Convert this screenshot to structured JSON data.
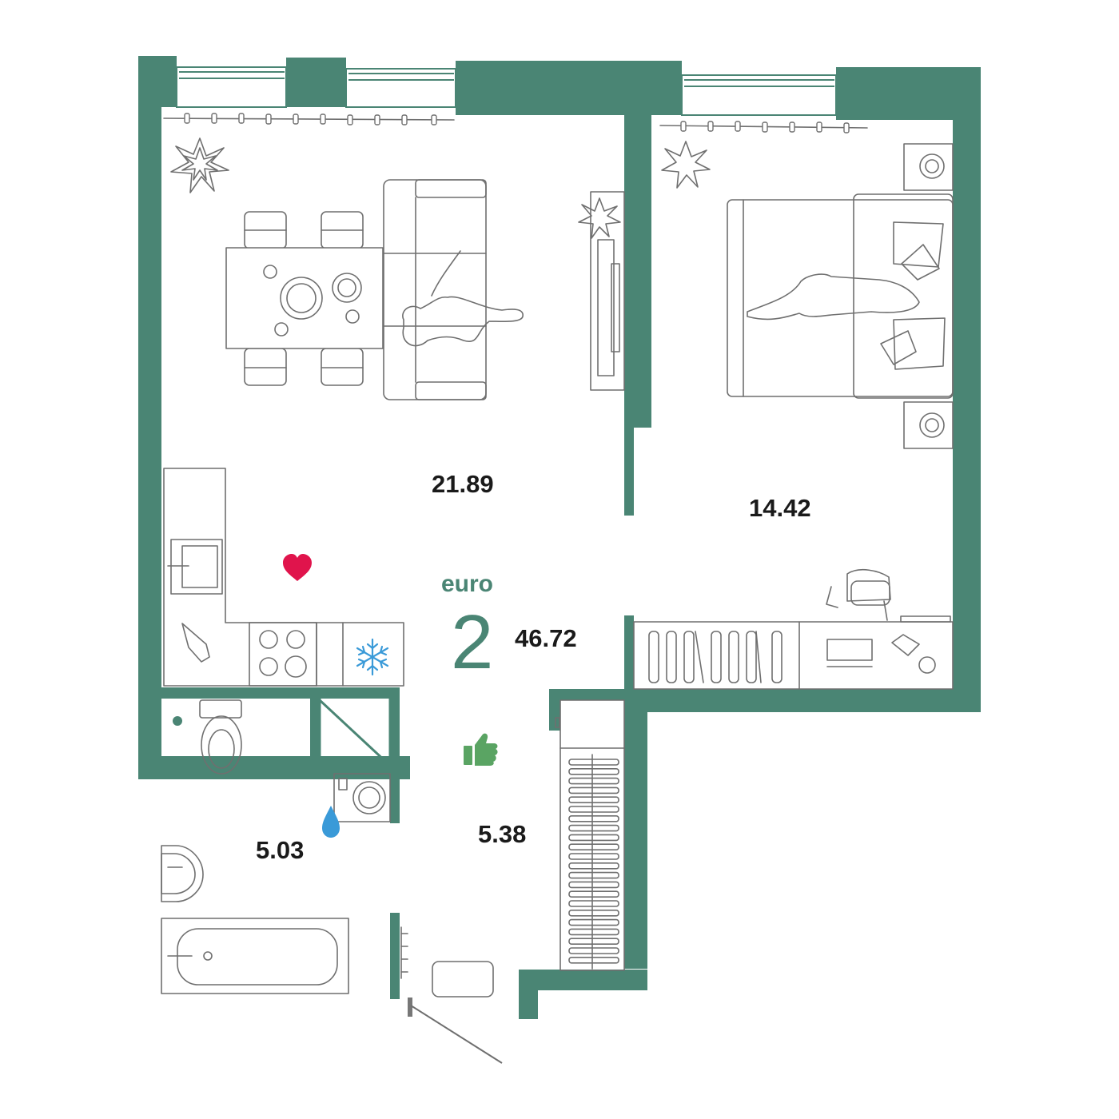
{
  "plan": {
    "layout_type": "euro",
    "rooms_count": "2",
    "total_area": "46.72",
    "room_areas": {
      "living_kitchen": "21.89",
      "bedroom": "14.42",
      "bathroom": "5.03",
      "hallway": "5.38"
    }
  },
  "colors": {
    "wall": "#4a8574",
    "accent_text": "#4a8574",
    "heart": "#e0144c",
    "like": "#5aa463",
    "water": "#3a9ad8",
    "furniture_line": "#6f6f6f"
  },
  "icons": [
    "heart-icon",
    "thumbs-up-icon",
    "water-drop-icon",
    "snowflake-icon",
    "plant-icon"
  ]
}
